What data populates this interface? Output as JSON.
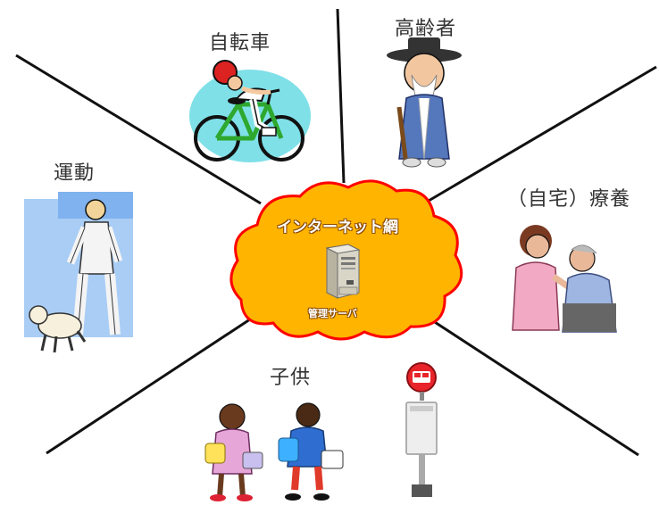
{
  "hub": {
    "network_label": "インターネット網",
    "server_label": "管理サーバ"
  },
  "categories": {
    "bicycle": "自転車",
    "elderly": "高齢者",
    "exercise": "運動",
    "home_care": "（自宅）療養",
    "children": "子供"
  },
  "colors": {
    "cloud_fill": "#FFB400",
    "cloud_stroke": "#FF0000",
    "line": "#111111"
  }
}
